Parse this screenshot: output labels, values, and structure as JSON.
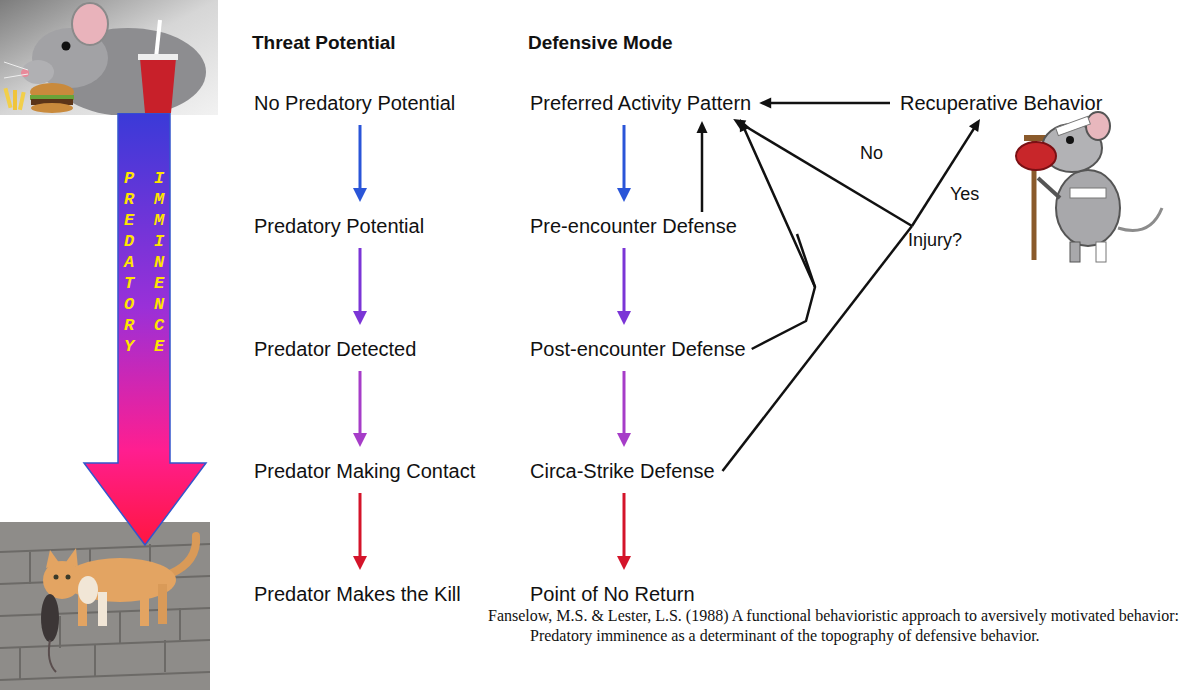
{
  "diagram": {
    "caption": "Fanselow, M.S. & Lester, L.S. (1988) A functional behavioristic approach to aversively motivated behavior: Predatory imminence as a determinant of the topography of defensive behavior.",
    "nodes": [
      {
        "text": [
          "PREDATORY",
          "IMMINENCE"
        ]
      },
      {
        "text": [
          "No Predatory Potential"
        ]
      },
      {
        "text": [
          "Preferred Activity Pattern"
        ]
      },
      {
        "text": [
          "Recuperative Behavior"
        ]
      },
      {
        "text": [
          "Predatory Potential"
        ]
      },
      {
        "text": [
          "Pre-encounter Defense"
        ]
      },
      {
        "text": [
          "Predator Detected"
        ]
      },
      {
        "text": [
          "Post-encounter Defense"
        ]
      },
      {
        "text": [
          "Predator Making Contact"
        ]
      },
      {
        "text": [
          "Circa-Strike Defense"
        ]
      },
      {
        "text": [
          "Predator Makes the Kill"
        ]
      },
      {
        "text": [
          "Point of No Return"
        ]
      },
      {
        "text": [
          "Injury?"
        ]
      }
    ],
    "edges": [
      {
        "from": 1,
        "to": 4,
        "arrow": "to"
      },
      {
        "from": 4,
        "to": 6,
        "arrow": "to"
      },
      {
        "from": 6,
        "to": 8,
        "arrow": "to"
      },
      {
        "from": 8,
        "to": 10,
        "arrow": "to"
      },
      {
        "from": 2,
        "to": 5,
        "arrow": "to"
      },
      {
        "from": 5,
        "to": 7,
        "arrow": "to"
      },
      {
        "from": 7,
        "to": 9,
        "arrow": "to"
      },
      {
        "from": 9,
        "to": 11,
        "arrow": "to"
      },
      {
        "from": 5,
        "to": 2,
        "arrow": "to"
      },
      {
        "from": 3,
        "to": 2,
        "arrow": "to"
      },
      {
        "from": 7,
        "to": 2,
        "arrow": "to"
      },
      {
        "from": 9,
        "to": 12,
        "arrow": "none"
      },
      {
        "from": 12,
        "to": 2,
        "label": "No",
        "arrow": "to"
      },
      {
        "from": 12,
        "to": 3,
        "label": "Yes",
        "arrow": "to"
      }
    ],
    "labels": [
      "Threat Potential",
      "Defensive Mode"
    ]
  }
}
